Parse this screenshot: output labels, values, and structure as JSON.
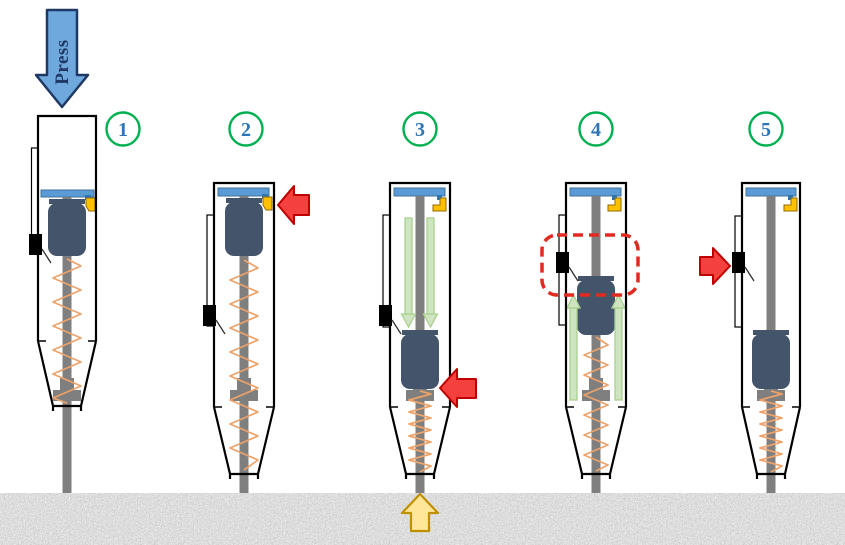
{
  "press_label": "Press",
  "stages": [
    {
      "label": "1"
    },
    {
      "label": "2"
    },
    {
      "label": "3"
    },
    {
      "label": "4"
    },
    {
      "label": "5"
    }
  ],
  "icons": {
    "press_arrow": "block-arrow-down",
    "stage2_arrow": "block-arrow-left",
    "stage3_mass_arrow": "block-arrow-left",
    "stage3_travel_arrows": "thin-arrows-down",
    "stage3_surface_arrow": "block-arrow-up",
    "stage4_rebound_arrows": "thin-arrows-up",
    "stage4_highlight": "dashed-rounded-box",
    "stage5_button_arrow": "block-arrow-right"
  },
  "colors": {
    "press_arrow_fill": "#6fa8dc",
    "press_arrow_border": "#1f3864",
    "badge_ring": "#00b050",
    "badge_number": "#2e75b6",
    "body_outline": "#000000",
    "cap_plate": "#5b9bd5",
    "hammer_mass": "#44546a",
    "plunger_rod": "#7f7f7f",
    "spring": "#eda269",
    "latch_button": "#000000",
    "hook_fill": "#ffc000",
    "hook_border": "#8f6b00",
    "hook_pin": "#2e75b6",
    "red_arrow_fill": "#f5413d",
    "red_arrow_border": "#c00000",
    "green_arrow_fill": "#cfe5c2",
    "green_arrow_border": "#a9d08e",
    "yellow_arrow_fill": "#ffe699",
    "yellow_arrow_border": "#bf9000",
    "highlight_box": "#e02b20",
    "ground": "#ababab"
  }
}
